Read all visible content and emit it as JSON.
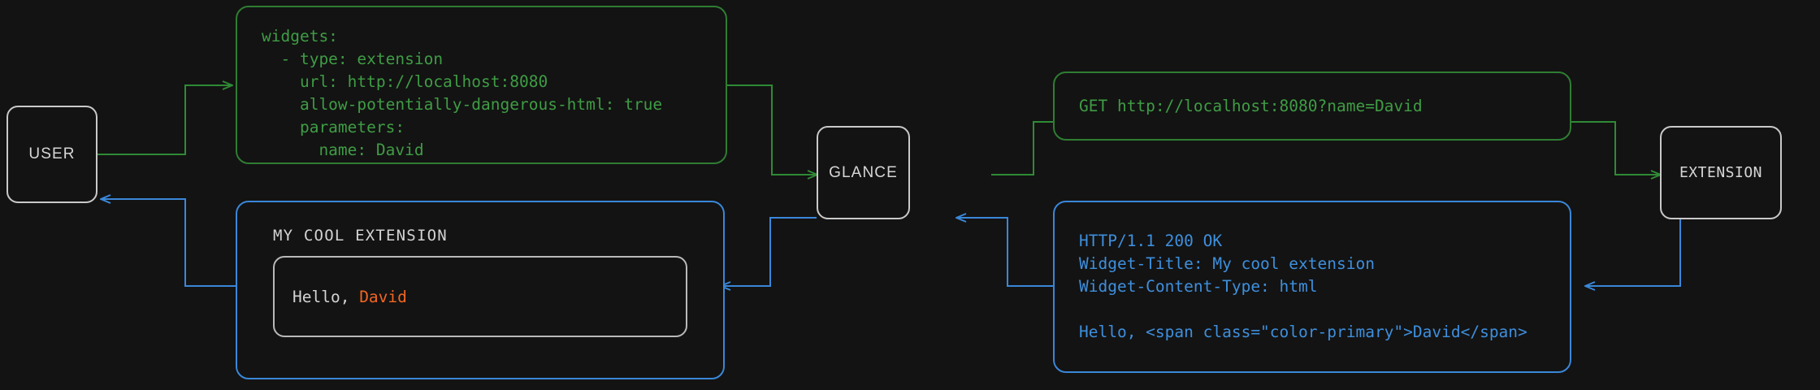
{
  "diagram": {
    "background_color": "#131313",
    "request_color": "#3f9c45",
    "response_color": "#3e8fdd",
    "node_border_color": "#c9c9c9",
    "accent_color": "#f26522"
  },
  "nodes": {
    "user": "USER",
    "glance": "GLANCE",
    "extension": "EXTENSION"
  },
  "panels": {
    "yaml_config": "widgets:\n  - type: extension\n    url: http://localhost:8080\n    allow-potentially-dangerous-html: true\n    parameters:\n      name: David",
    "http_request": "GET http://localhost:8080?name=David",
    "http_response": "HTTP/1.1 200 OK\nWidget-Title: My cool extension\nWidget-Content-Type: html\n\nHello, <span class=\"color-primary\">David</span>"
  },
  "widget": {
    "title": "MY COOL EXTENSION",
    "greeting_prefix": "Hello, ",
    "greeting_name": "David"
  }
}
